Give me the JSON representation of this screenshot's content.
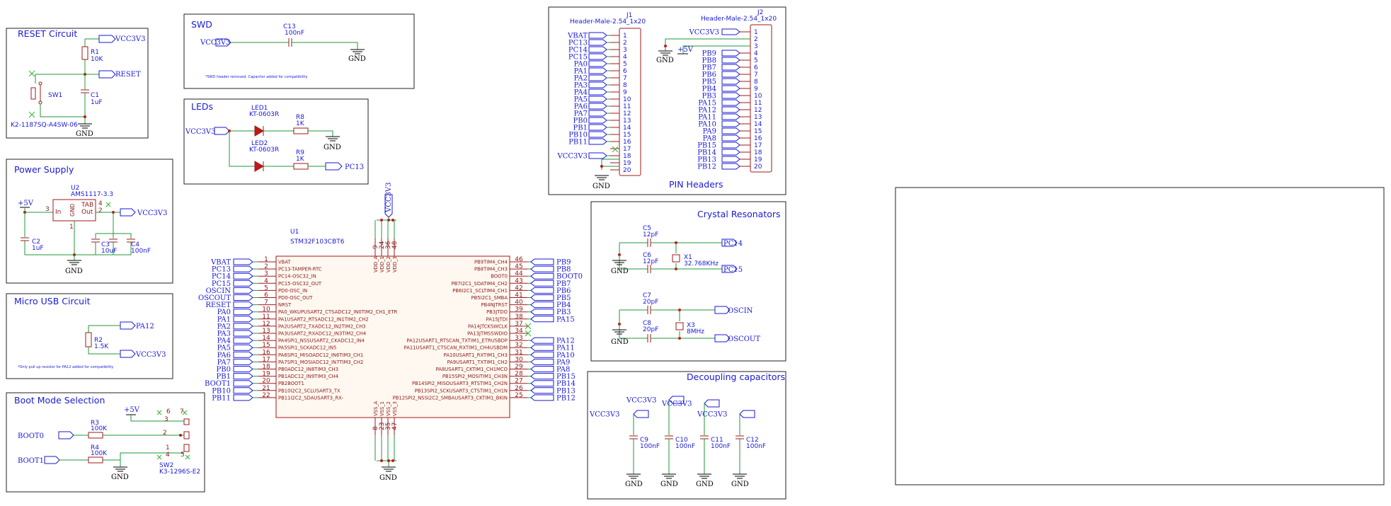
{
  "sections": {
    "reset": "RESET Circuit",
    "swd": "SWD",
    "leds": "LEDs",
    "power": "Power Supply",
    "usb": "Micro USB Circuit",
    "boot": "Boot Mode Selection",
    "headers": "PIN Headers",
    "crystal": "Crystal Resonators",
    "decoupling": "Decoupling capacitors"
  },
  "notes": {
    "swd": "*SWD header removed. Capacitor added for compatibility",
    "usb": "*Only pull up resistor for PA12 added for compatibility"
  },
  "reset": {
    "r1": "R1",
    "r1v": "10K",
    "c1": "C1",
    "c1v": "1uF",
    "sw1": "SW1",
    "sw1part": "K2-1187SQ-A4SW-06",
    "vcc": "VCC3V3",
    "reset": "RESET",
    "gnd": "GND"
  },
  "swd": {
    "c13": "C13",
    "c13v": "100nF",
    "vcc": "VCC3V3",
    "gnd": "GND"
  },
  "leds": {
    "led1": "LED1",
    "led1p": "KT-0603R",
    "led2": "LED2",
    "led2p": "KT-0603R",
    "r8": "R8",
    "r8v": "1K",
    "r9": "R9",
    "r9v": "1K",
    "vcc": "VCC3V3",
    "gnd": "GND",
    "pc13": "PC13"
  },
  "power": {
    "u2": "U2",
    "u2p": "AMS1117-3.3",
    "in": "In",
    "out": "Out",
    "tab": "TAB",
    "gndpin": "GND",
    "p3": "3",
    "p2": "2",
    "p4": "4",
    "p1": "1",
    "c2": "C2",
    "c2v": "1uF",
    "c3": "C3",
    "c3v": "10uF",
    "c4": "C4",
    "c4v": "100nF",
    "v5": "+5V",
    "vcc": "VCC3V3",
    "gnd": "GND"
  },
  "usb": {
    "r2": "R2",
    "r2v": "1.5K",
    "pa12": "PA12",
    "vcc": "VCC3V3"
  },
  "boot": {
    "r3": "R3",
    "r3v": "100K",
    "r4": "R4",
    "r4v": "100K",
    "sw2": "SW2",
    "sw2p": "K3-1296S-E2",
    "boot0": "BOOT0",
    "boot1": "BOOT1",
    "v5": "+5V",
    "gnd": "GND",
    "p6": "6",
    "p7": "7",
    "p3": "3",
    "p2": "2",
    "p1": "1",
    "p4": "4",
    "p5": "5"
  },
  "mcu": {
    "ref": "U1",
    "part": "STM32F103CBT6",
    "vcc": "VCC3V3",
    "gnd": "GND",
    "top_pins": [
      {
        "num": "9",
        "name": "VDD_A"
      },
      {
        "num": "24",
        "name": "VDD_1"
      },
      {
        "num": "36",
        "name": "VDD_2"
      },
      {
        "num": "48",
        "name": "VDD_3"
      }
    ],
    "bottom_pins": [
      {
        "num": "8",
        "name": "VSS_A"
      },
      {
        "num": "23",
        "name": "VSS_1"
      },
      {
        "num": "35",
        "name": "VSS_2"
      },
      {
        "num": "47",
        "name": "VSS_3"
      }
    ],
    "left": [
      {
        "num": "1",
        "name": "VBAT",
        "net": "VBAT"
      },
      {
        "num": "2",
        "name": "PC13-TAMPER-RTC",
        "net": "PC13"
      },
      {
        "num": "3",
        "name": "PC14-OSC32_IN",
        "net": "PC14"
      },
      {
        "num": "4",
        "name": "PC15-OSC32_OUT",
        "net": "PC15"
      },
      {
        "num": "5",
        "name": "PD0-OSC_IN",
        "net": "OSCIN"
      },
      {
        "num": "6",
        "name": "PD0-OSC_OUT",
        "net": "OSCOUT"
      },
      {
        "num": "7",
        "name": "NRST",
        "net": "RESET"
      },
      {
        "num": "10",
        "name": "PA0_WKUPUSART2_CTSADC12_IN0TIM2_CH1_ETR",
        "net": "PA0"
      },
      {
        "num": "11",
        "name": "PA1USART2_RTSADC12_IN1TIM2_CH2",
        "net": "PA1"
      },
      {
        "num": "12",
        "name": "PA2USART2_TXADC12_IN2TIM2_CH3",
        "net": "PA2"
      },
      {
        "num": "13",
        "name": "PA3USART2_RXADC12_IN3TIM2_CH4",
        "net": "PA3"
      },
      {
        "num": "14",
        "name": "PA4SPI1_NSSUSART2_CKADC12_IN4",
        "net": "PA4"
      },
      {
        "num": "15",
        "name": "PA5SPI1_SCKADC12_IN5",
        "net": "PA5"
      },
      {
        "num": "16",
        "name": "PA6SPI1_MISOADC12_IN6TIM3_CH1",
        "net": "PA6"
      },
      {
        "num": "17",
        "name": "PA7SPI1_MOSIADC12_IN7TIM3_CH2",
        "net": "PA7"
      },
      {
        "num": "18",
        "name": "PB0ADC12_IN8TIM3_CH3",
        "net": "PB0"
      },
      {
        "num": "19",
        "name": "PB1ADC12_IN9TIM3_CH4",
        "net": "PB1"
      },
      {
        "num": "20",
        "name": "PB2BOOT1",
        "net": "BOOT1"
      },
      {
        "num": "21",
        "name": "PB10I2C2_SCLUSART3_TX",
        "net": "PB10"
      },
      {
        "num": "22",
        "name": "PB11I2C2_SDAUSART3_RX-",
        "net": "PB11"
      }
    ],
    "right": [
      {
        "num": "46",
        "name": "PB9TIM4_CH4",
        "net": "PB9"
      },
      {
        "num": "45",
        "name": "PB8TIM4_CH3",
        "net": "PB8"
      },
      {
        "num": "44",
        "name": "BOOT0",
        "net": "BOOT0"
      },
      {
        "num": "43",
        "name": "PB7I2C1_SDATIM4_CH2",
        "net": "PB7"
      },
      {
        "num": "42",
        "name": "PB6I2C1_SCLTIM4_CH1",
        "net": "PB6"
      },
      {
        "num": "41",
        "name": "PB5I2C1_SMBA",
        "net": "PB5"
      },
      {
        "num": "40",
        "name": "PB4NJTRST",
        "net": "PB4"
      },
      {
        "num": "39",
        "name": "PB3JTDO",
        "net": "PB3"
      },
      {
        "num": "38",
        "name": "PA15JTDI",
        "net": "PA15"
      },
      {
        "num": "37",
        "name": "PA14JTCKSWCLK",
        "net": ""
      },
      {
        "num": "34",
        "name": "PA13JTMSSWDIO",
        "net": ""
      },
      {
        "num": "33",
        "name": "PA12USART1_RTSCAN_TXTIM1_ETRUSBDP",
        "net": "PA12"
      },
      {
        "num": "32",
        "name": "PA11USART1_CTSCAN_RXTIM1_CH4USBDM",
        "net": "PA11"
      },
      {
        "num": "31",
        "name": "PA10USART1_RXTIM1_CH3",
        "net": "PA10"
      },
      {
        "num": "30",
        "name": "PA9USART1_TXTIM1_CH2",
        "net": "PA9"
      },
      {
        "num": "29",
        "name": "PA8USART1_CKTIM1_CH1MCO",
        "net": "PA8"
      },
      {
        "num": "28",
        "name": "PB15SPI2_MOSITIM1_CH3N",
        "net": "PB15"
      },
      {
        "num": "27",
        "name": "PB14SPI2_MISOUSART3_RTSTIM1_CH2N",
        "net": "PB14"
      },
      {
        "num": "26",
        "name": "PB13SPI2_SCKUSART3_CTSTIM1_CH1N",
        "net": "PB13"
      },
      {
        "num": "25",
        "name": "PB12SPI2_NSSI2C2_SMBAUSART3_CKTIM1_BKIN",
        "net": "PB12"
      }
    ]
  },
  "j1": {
    "ref": "J1",
    "part": "Header-Male-2.54_1x20",
    "nets": [
      "VBAT",
      "PC13",
      "PC14",
      "PC15",
      "PA0",
      "PA1",
      "PA2",
      "PA3",
      "PA4",
      "PA5",
      "PA6",
      "PA7",
      "PB0",
      "PB1",
      "PB10",
      "PB11",
      "",
      "VCC3V3",
      "",
      ""
    ],
    "pins": [
      "1",
      "2",
      "3",
      "4",
      "5",
      "6",
      "7",
      "8",
      "9",
      "10",
      "11",
      "12",
      "13",
      "14",
      "15",
      "16",
      "17",
      "18",
      "19",
      "20"
    ],
    "gnd": "GND"
  },
  "j2": {
    "ref": "J2",
    "part": "Header-Male-2.54_1x20",
    "nets": [
      "VCC3V3",
      "",
      "",
      "PB9",
      "PB8",
      "PB7",
      "PB6",
      "PB5",
      "PB4",
      "PB3",
      "PA15",
      "PA12",
      "PA11",
      "PA10",
      "PA9",
      "PA8",
      "PB15",
      "PB14",
      "PB13",
      "PB12"
    ],
    "pins": [
      "1",
      "2",
      "3",
      "4",
      "5",
      "6",
      "7",
      "8",
      "9",
      "10",
      "11",
      "12",
      "13",
      "14",
      "15",
      "16",
      "17",
      "18",
      "19",
      "20"
    ],
    "v5": "+5V",
    "gnd": "GND"
  },
  "crystal": {
    "c5": "C5",
    "c5v": "12pF",
    "c6": "C6",
    "c6v": "12pF",
    "x1": "X1",
    "x1v": "32.768KHz",
    "c7": "C7",
    "c7v": "20pF",
    "c8": "C8",
    "c8v": "20pF",
    "x3": "X3",
    "x3v": "8MHz",
    "pc14": "PC14",
    "pc15": "PC15",
    "oscin": "OSCIN",
    "oscout": "OSCOUT",
    "gnd": "GND"
  },
  "decoupling": {
    "caps": [
      {
        "ref": "C9",
        "val": "100nF"
      },
      {
        "ref": "C10",
        "val": "100nF"
      },
      {
        "ref": "C11",
        "val": "100nF"
      },
      {
        "ref": "C12",
        "val": "100nF"
      }
    ],
    "vcc": "VCC3V3",
    "gnd": "GND"
  }
}
